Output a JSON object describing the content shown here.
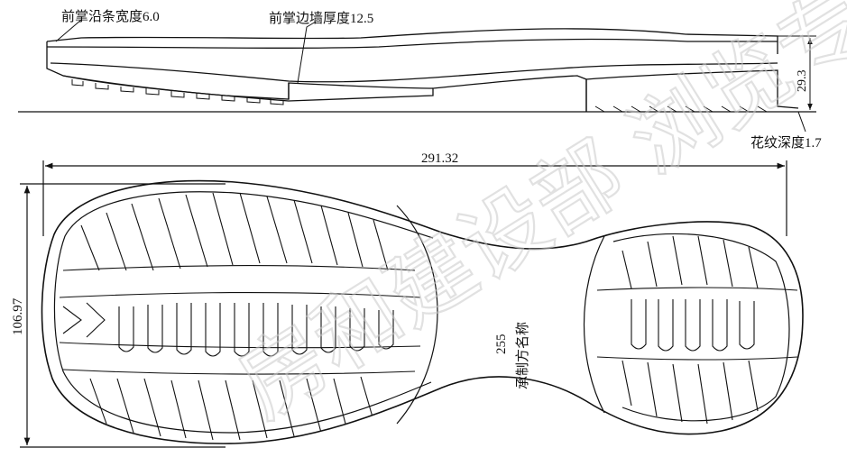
{
  "labels": {
    "forefoot_edge_width": "前掌沿条宽度6.0",
    "forefoot_wall_thickness": "前掌边墙厚度12.5",
    "height": "29.3",
    "pattern_depth": "花纹深度1.7",
    "length": "291.32",
    "width": "106.97",
    "size": "255",
    "maker_name": "承制方名称"
  },
  "watermark": "房和建设部 浏览专用",
  "colors": {
    "line": "#111111",
    "background": "#ffffff",
    "watermark": "#c9c9c9"
  }
}
